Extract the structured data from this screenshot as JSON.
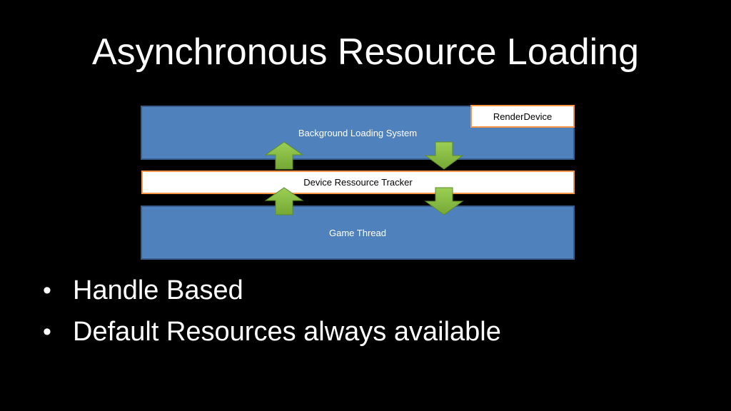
{
  "slide": {
    "title": "Asynchronous Resource Loading"
  },
  "diagram": {
    "background_loading_system": "Background Loading System",
    "render_device": "RenderDevice",
    "device_resource_tracker": "Device Ressource Tracker",
    "game_thread": "Game Thread",
    "colors": {
      "layer_fill": "#4f81bd",
      "layer_border": "#385d8a",
      "accent_border": "#f79646",
      "arrow_fill": "#8cc047"
    }
  },
  "bullets": [
    {
      "marker": "•",
      "text": "Handle Based"
    },
    {
      "marker": "•",
      "text": "Default Resources always available"
    }
  ]
}
